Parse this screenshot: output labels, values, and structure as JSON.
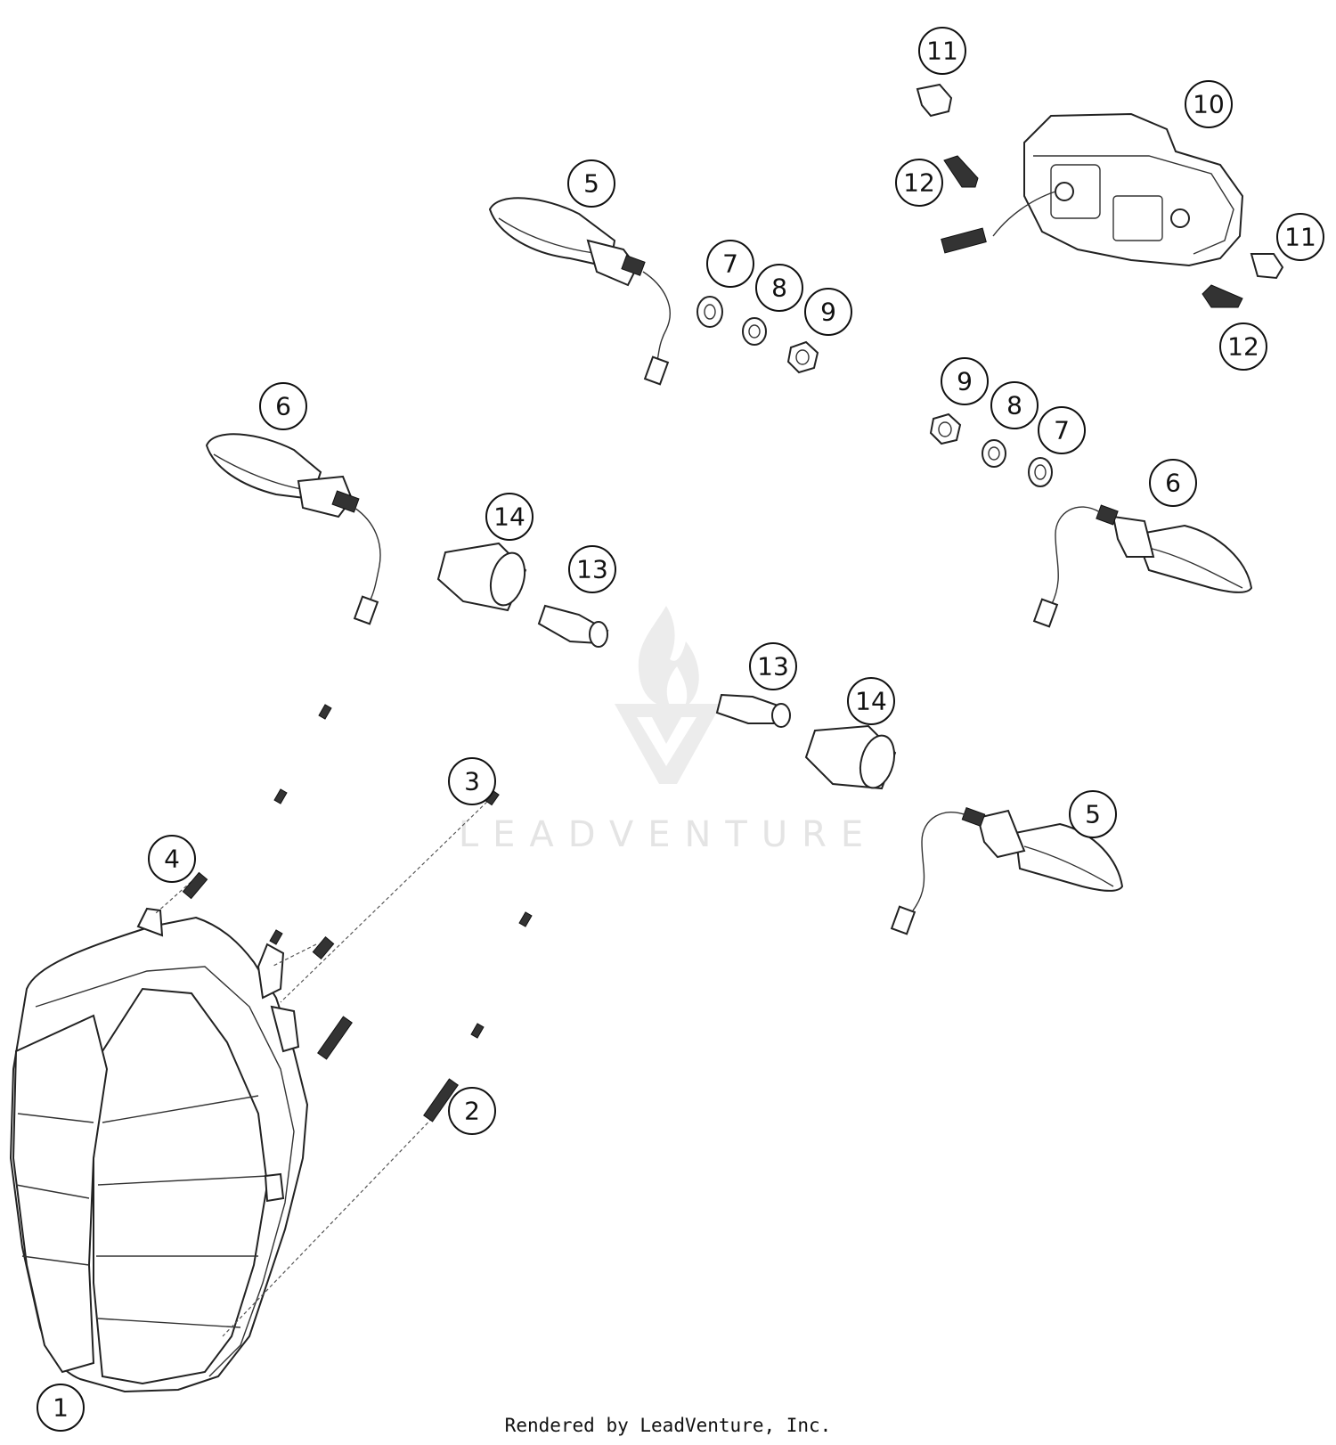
{
  "footer": {
    "text": "Rendered by LeadVenture, Inc."
  },
  "watermark": {
    "text": "LEADVENTURE"
  },
  "callouts": [
    {
      "id": "c1",
      "label": "1"
    },
    {
      "id": "c2",
      "label": "2"
    },
    {
      "id": "c3",
      "label": "3"
    },
    {
      "id": "c4",
      "label": "4"
    },
    {
      "id": "c5a",
      "label": "5"
    },
    {
      "id": "c5b",
      "label": "5"
    },
    {
      "id": "c6a",
      "label": "6"
    },
    {
      "id": "c6b",
      "label": "6"
    },
    {
      "id": "c7a",
      "label": "7"
    },
    {
      "id": "c7b",
      "label": "7"
    },
    {
      "id": "c8a",
      "label": "8"
    },
    {
      "id": "c8b",
      "label": "8"
    },
    {
      "id": "c9a",
      "label": "9"
    },
    {
      "id": "c9b",
      "label": "9"
    },
    {
      "id": "c10",
      "label": "10"
    },
    {
      "id": "c11a",
      "label": "11"
    },
    {
      "id": "c11b",
      "label": "11"
    },
    {
      "id": "c12a",
      "label": "12"
    },
    {
      "id": "c12b",
      "label": "12"
    },
    {
      "id": "c13a",
      "label": "13"
    },
    {
      "id": "c13b",
      "label": "13"
    },
    {
      "id": "c14a",
      "label": "14"
    },
    {
      "id": "c14b",
      "label": "14"
    }
  ]
}
